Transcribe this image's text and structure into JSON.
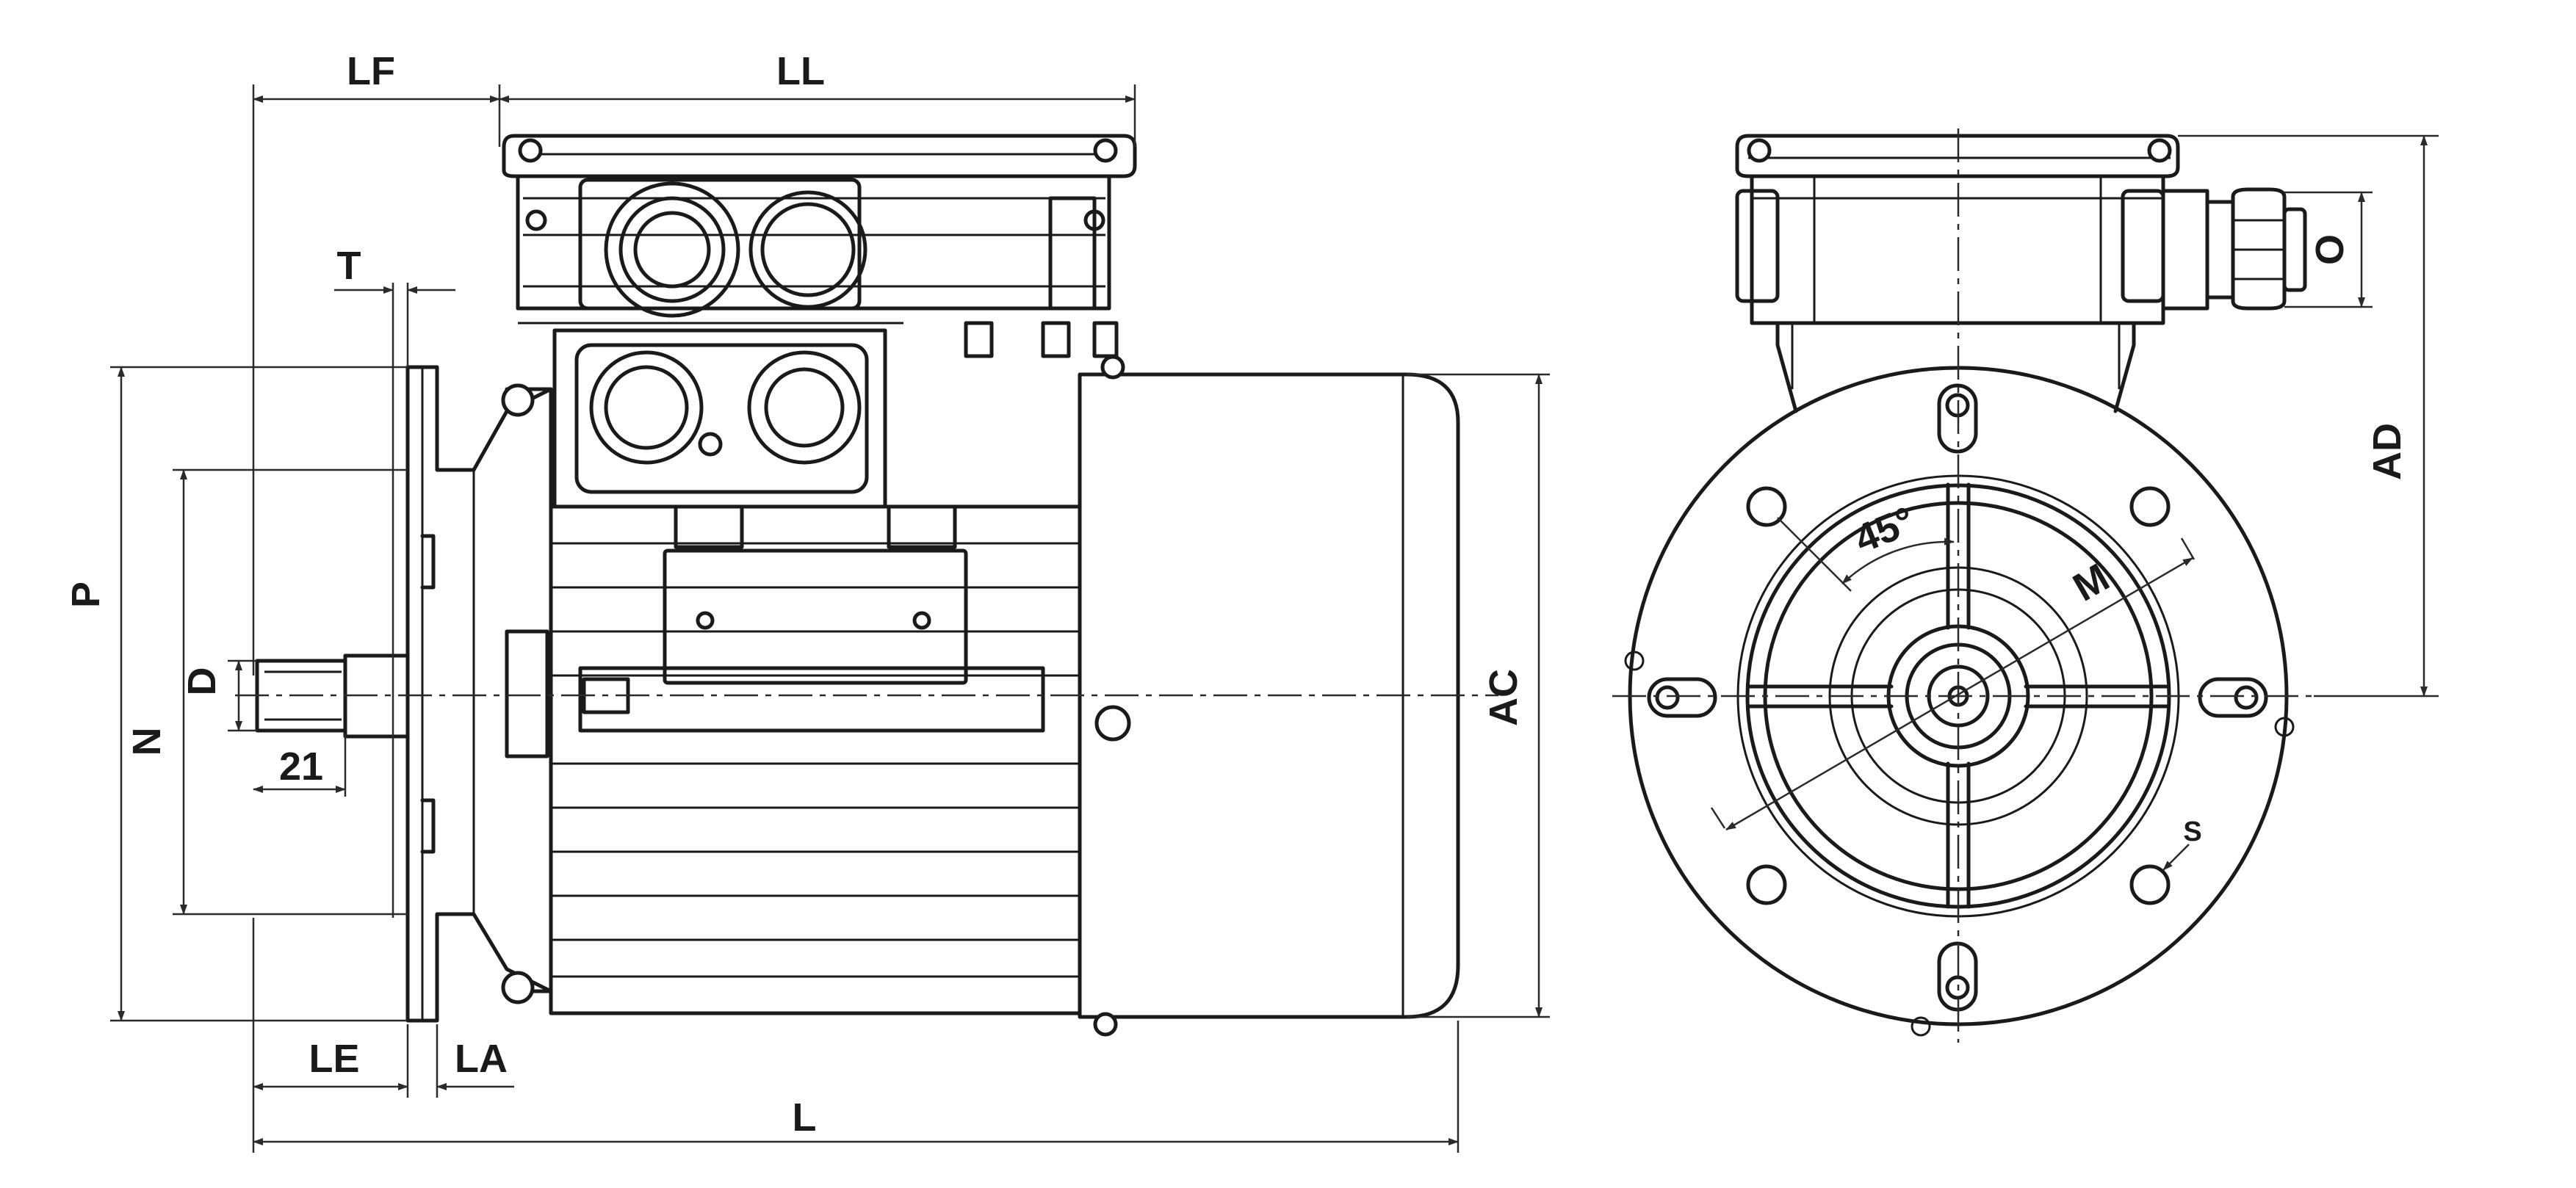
{
  "labels": {
    "LF": "LF",
    "LL": "LL",
    "T": "T",
    "P": "P",
    "N": "N",
    "D": "D",
    "dim21": "21",
    "LE": "LE",
    "LA": "LA",
    "L": "L",
    "AC": "AC",
    "AD": "AD",
    "O": "O",
    "M": "M",
    "S": "S",
    "angle45": "45°"
  }
}
